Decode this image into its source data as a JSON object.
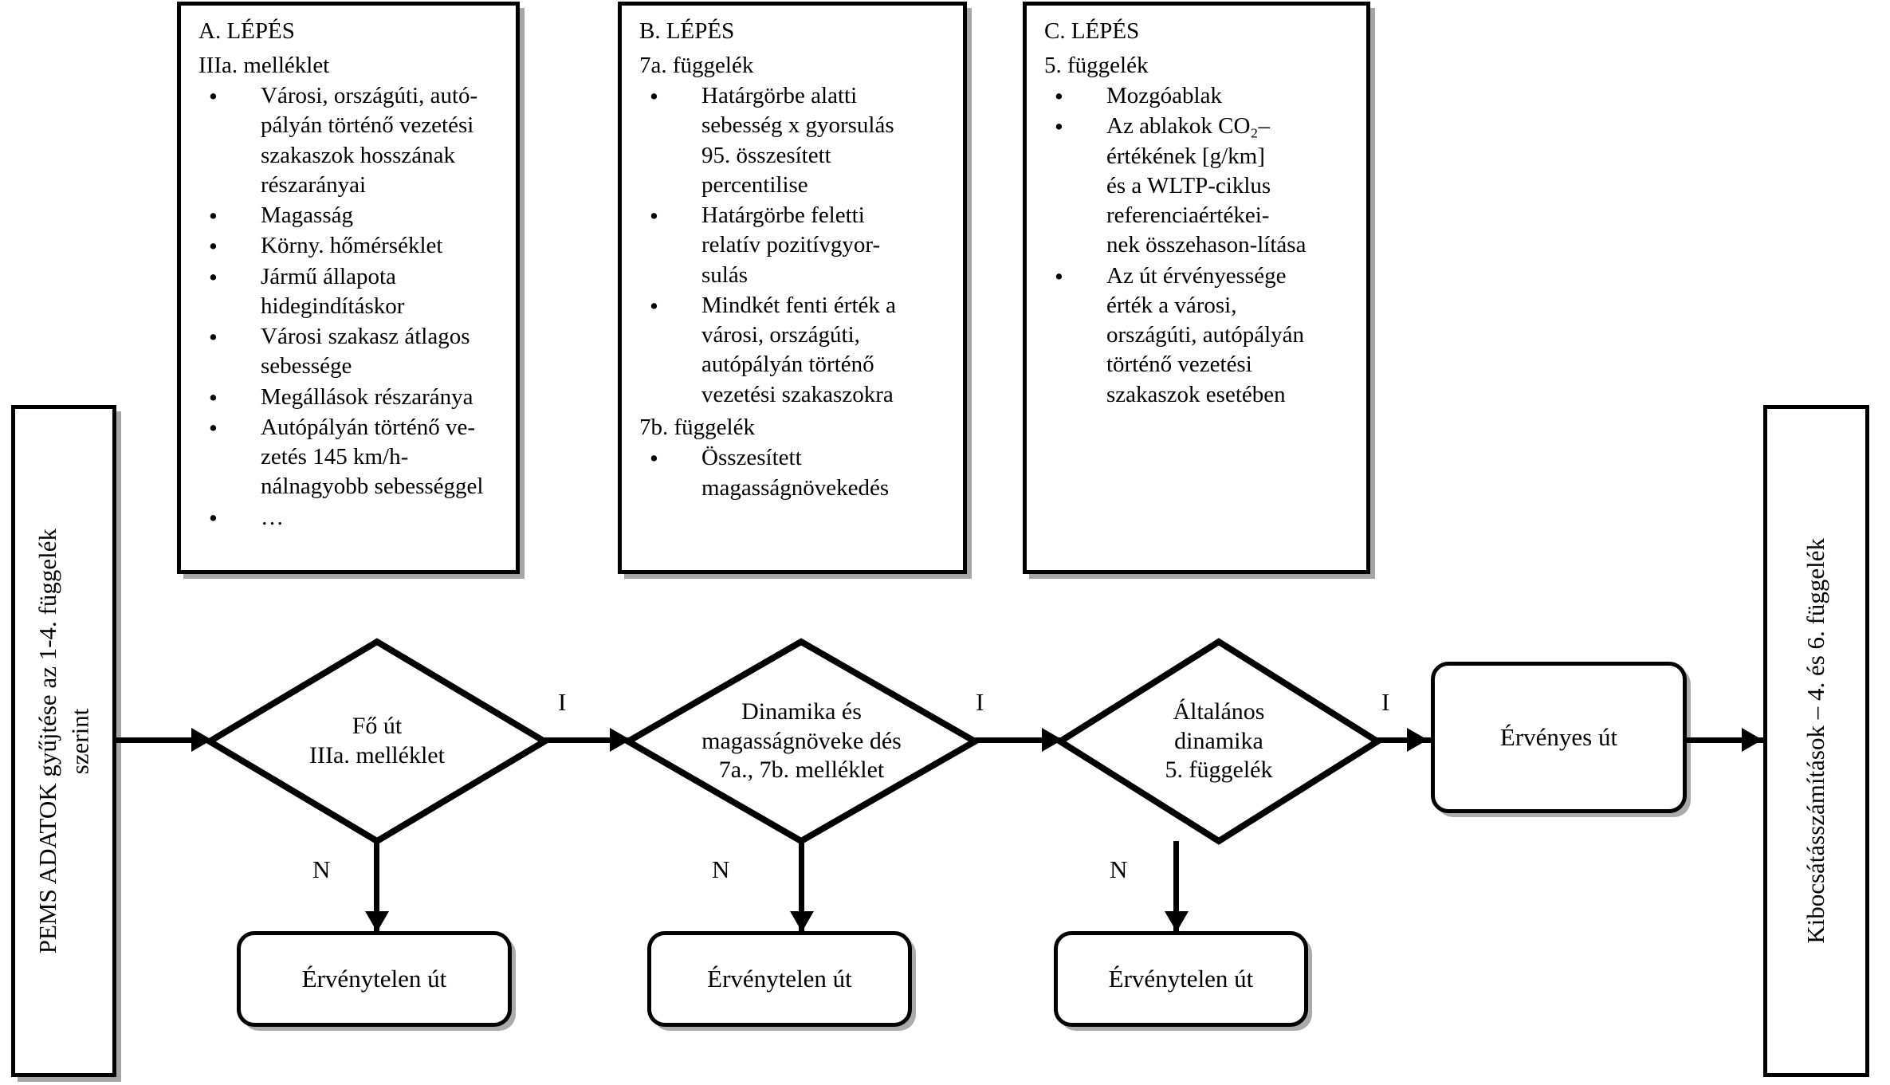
{
  "steps": [
    {
      "id": "A",
      "title": "A. LÉPÉS",
      "subtitle": "IIIa. melléklet",
      "items": [
        "Városi, országúti, autó-\npályán történő vezetési\nszakaszok hosszának\nrészarányai",
        "Magasság",
        "Körny. hőmérséklet",
        "Jármű állapota\nhidegindításkor",
        "Városi szakasz átlagos\nsebessége",
        "Megállások részaránya",
        "Autópályán történő ve-\nzetés 145 km/h-\nnálnagyobb sebességgel",
        "…"
      ]
    },
    {
      "id": "B",
      "title": "B. LÉPÉS",
      "subtitle": "7a. függelék",
      "items": [
        "Határgörbe alatti\nsebesség x gyorsulás\n95. összesített\npercentilise",
        "Határgörbe feletti\nrelatív pozitívgyor-\nsulás",
        "Mindkét fenti érték a\nvárosi, országúti,\nautópályán történő\nvezetési szakaszokra"
      ],
      "subtitle2": "7b. függelék",
      "items2": [
        "Összesített\nmagasságnövekedés"
      ]
    },
    {
      "id": "C",
      "title": "C. LÉPÉS",
      "subtitle": "5. függelék",
      "items": [
        "Mozgóablak",
        "Az ablakok CO₂–\nértékének [g/km]\nés a WLTP-ciklus\nreferenciaértékei-\nnek összehason-lítása",
        "Az út érvényessége\nérték a városi,\nországúti, autópályán\ntörténő vezetési\nszakaszok esetében"
      ]
    }
  ],
  "input_box": {
    "label": "PEMS ADATOK gyűjtése az 1-4. függelék\nszerint"
  },
  "output_box": {
    "label": "Kibocsátásszámítások – 4. és 6. függelék"
  },
  "decisions": [
    {
      "line1": "Fő út",
      "line2": "IIIa. melléklet",
      "line3": ""
    },
    {
      "line1": "Dinamika és",
      "line2": "magasságnöveke dés",
      "line3": "7a., 7b. melléklet"
    },
    {
      "line1": "Általános",
      "line2": "dinamika",
      "line3": "5. függelék"
    }
  ],
  "edge_labels": {
    "yes": "I",
    "no": "N"
  },
  "terminals": {
    "valid": "Érvényes út",
    "invalid": "Érvénytelen út"
  },
  "colors": {
    "stroke": "#000000",
    "fill": "#ffffff",
    "shadow": "#969696"
  }
}
